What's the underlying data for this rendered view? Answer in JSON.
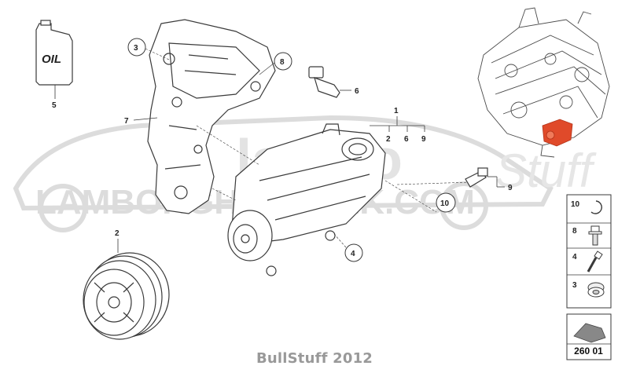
{
  "oil_label": "OIL",
  "footer_text": "BullStuff 2012",
  "watermark": "lamboStuff LAMBORGHINI-TALK.COM",
  "colors": {
    "line": "#3a3a3a",
    "highlight": "#e04a2a",
    "watermark": "#d9d9d9",
    "footer": "#999999"
  },
  "callouts": {
    "c1": "1",
    "c2": "2",
    "c3": "3",
    "c4": "4",
    "c5": "5",
    "c6": "6",
    "c7": "7",
    "c8": "8",
    "c9a": "9",
    "c9b": "9",
    "g2": "2",
    "g6": "6",
    "g9": "9",
    "c10": "10"
  },
  "legend": [
    {
      "num": "10",
      "icon": "circlip-icon"
    },
    {
      "num": "8",
      "icon": "bolt-flange-icon"
    },
    {
      "num": "4",
      "icon": "bolt-long-icon"
    },
    {
      "num": "3",
      "icon": "bush-icon"
    }
  ],
  "ref_code": "260 01"
}
